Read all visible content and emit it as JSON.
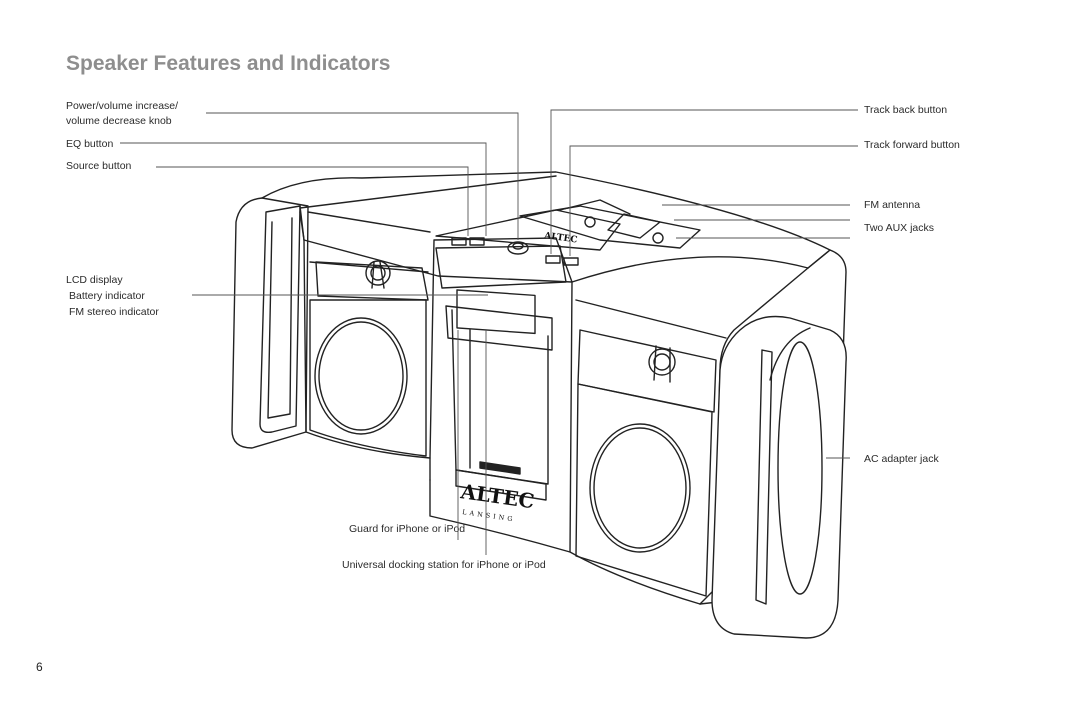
{
  "title": "Speaker Features and Indicators",
  "labels": {
    "power_volume_knob": {
      "line1": "Power/volume increase/",
      "line2": "volume decrease knob"
    },
    "eq_button": "EQ button",
    "source_button": "Source button",
    "lcd_display": "LCD display",
    "battery_indicator": "Battery indicator",
    "fm_stereo_indicator": "FM stereo indicator",
    "track_back_button": "Track back button",
    "track_forward_button": "Track forward button",
    "fm_antenna": "FM antenna",
    "two_aux_jacks": "Two AUX jacks",
    "ac_adapter_jack": "AC adapter jack",
    "guard": "Guard for iPhone or iPod",
    "docking_station": "Universal docking station for iPhone or iPod"
  },
  "brand": {
    "name": "ALTEC",
    "subname": "LANSING"
  },
  "page_number": "6"
}
